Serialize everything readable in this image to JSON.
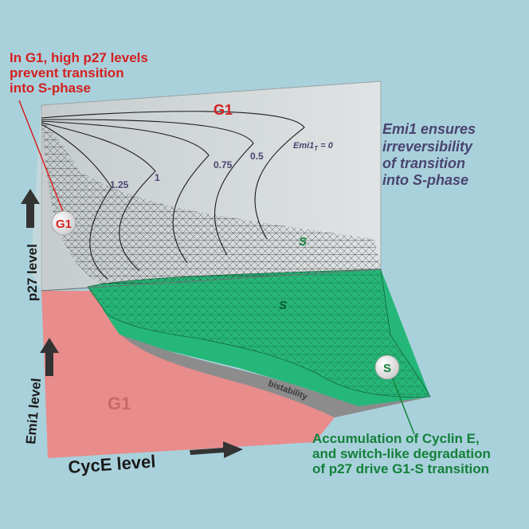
{
  "annotations": {
    "g1_note": [
      "In G1, high p27 levels",
      "prevent transition",
      "into S-phase"
    ],
    "emi1_note": [
      "Emi1 ensures",
      "irreversibility",
      "of transition",
      "into S-phase"
    ],
    "s_note": [
      "Accumulation of Cyclin E,",
      "and switch-like degradation",
      "of p27 drive G1-S transition"
    ]
  },
  "back_panel": {
    "g1_label": "G1",
    "s_label": "S",
    "curve_labels": [
      "1.25",
      "1",
      "0.75",
      "0.5"
    ],
    "emi_curve_label_main": "Emi1",
    "emi_curve_label_sub": "T",
    "emi_curve_label_end": " = 0"
  },
  "floor": {
    "g1_label": "G1",
    "s_label": "S",
    "bistability_label": "bistability"
  },
  "axes": {
    "x_label": "CycE level",
    "y_back_label": "p27 level",
    "y_floor_label": "Emi1 level"
  },
  "markers": {
    "g1": "G1",
    "s": "S"
  },
  "colors": {
    "background": "#a9d1dc",
    "g1_red": "#d42020",
    "s_green": "#14803a",
    "emi_purple": "#4a4470",
    "floor_g1": "#e88c8c",
    "floor_s": "#25b779",
    "bistability": "#8c8c8c"
  }
}
